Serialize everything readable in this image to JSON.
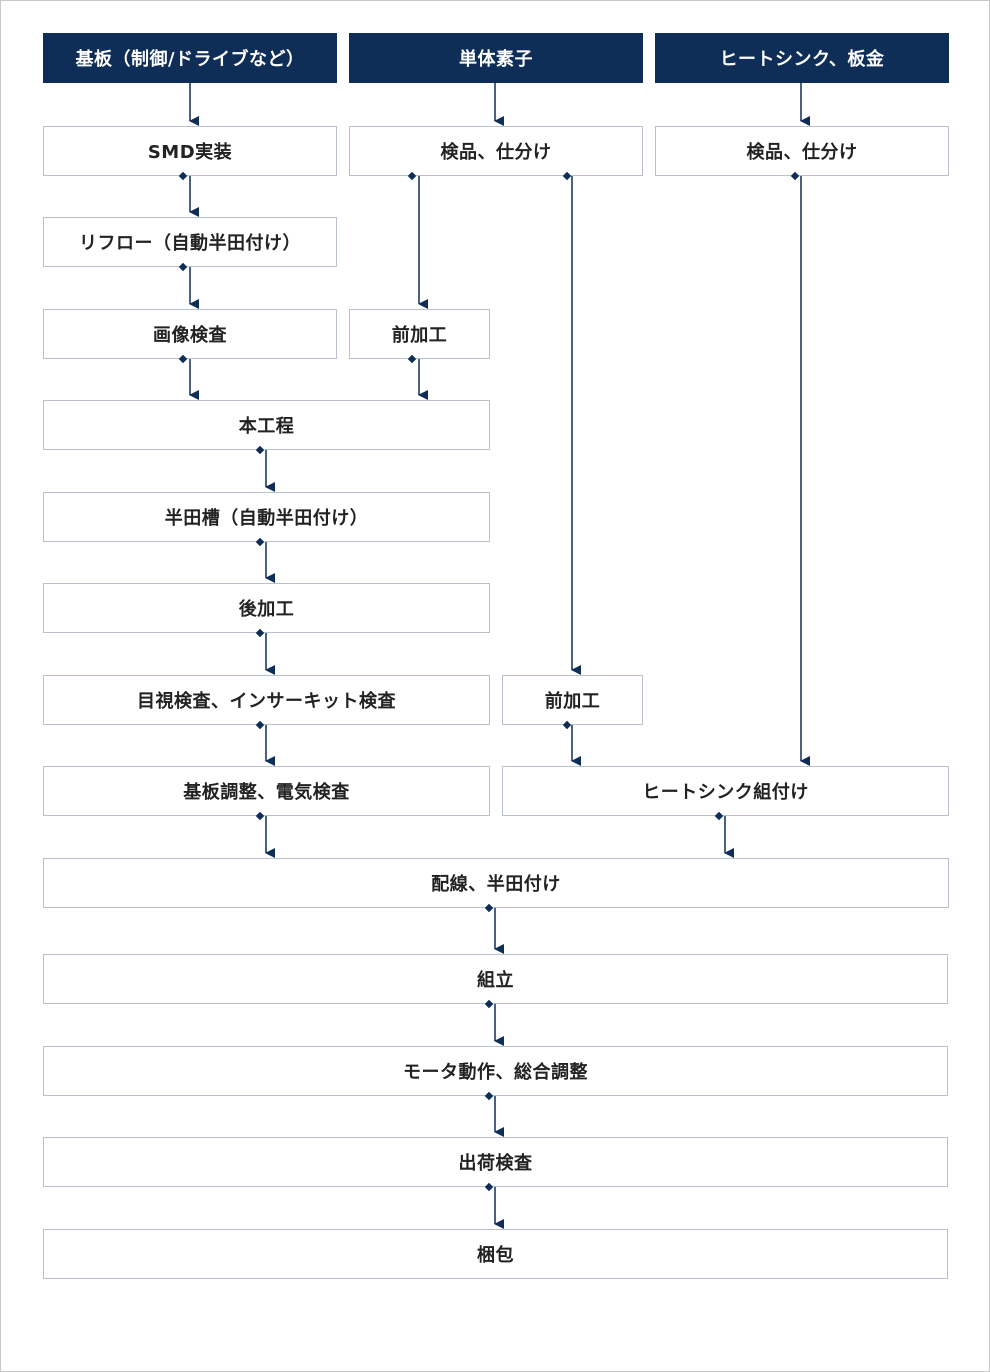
{
  "columns": {
    "board": "基板（制御/ドライブなど）",
    "single_element": "単体素子",
    "heatsink": "ヒートシンク、板金"
  },
  "steps": {
    "smd": "SMD実装",
    "reflow": "リフロー（自動半田付け）",
    "image_inspection": "画像検査",
    "inspect_sort_element": "検品、仕分け",
    "pre_process_1": "前加工",
    "inspect_sort_heatsink": "検品、仕分け",
    "main_process": "本工程",
    "solder_bath": "半田槽（自動半田付け）",
    "post_process": "後加工",
    "visual_inspection": "目視検査、インサーキット検査",
    "pre_process_2": "前加工",
    "board_adjust": "基板調整、電気検査",
    "heatsink_assembly": "ヒートシンク組付け",
    "wiring": "配線、半田付け",
    "assembly": "組立",
    "motor_test": "モータ動作、総合調整",
    "shipping_inspection": "出荷検査",
    "packing": "梱包"
  },
  "colors": {
    "header_bg": "#0e2d57",
    "box_border": "#b9c1cc",
    "arrow": "#0e2d57"
  }
}
